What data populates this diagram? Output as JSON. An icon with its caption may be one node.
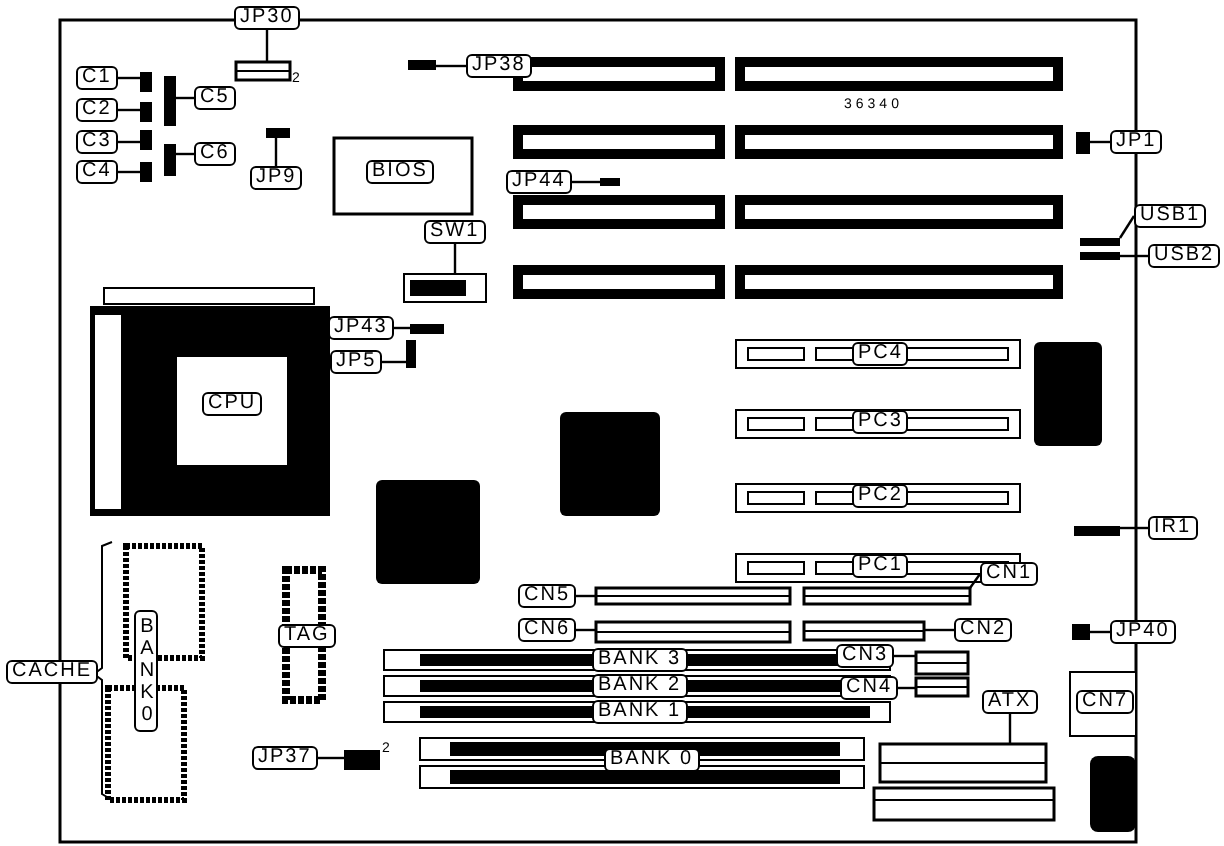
{
  "diagram": {
    "nodes": [
      {
        "text": [
          "JP30"
        ]
      },
      {
        "text": [
          "JP38"
        ]
      },
      {
        "text": [
          "C1"
        ]
      },
      {
        "text": [
          "C5"
        ]
      },
      {
        "text": [
          "C2"
        ]
      },
      {
        "text": [
          "JP1"
        ]
      },
      {
        "text": [
          "C3"
        ]
      },
      {
        "text": [
          "C6"
        ]
      },
      {
        "text": [
          "BIOS"
        ]
      },
      {
        "text": [
          "C4"
        ]
      },
      {
        "text": [
          "JP9"
        ]
      },
      {
        "text": [
          "JP44"
        ]
      },
      {
        "text": [
          "USB1"
        ]
      },
      {
        "text": [
          "SW1"
        ]
      },
      {
        "text": [
          "USB2"
        ]
      },
      {
        "text": [
          "JP43"
        ]
      },
      {
        "text": [
          "PC4"
        ]
      },
      {
        "text": [
          "JP5"
        ]
      },
      {
        "text": [
          "CPU"
        ]
      },
      {
        "text": [
          "PC3"
        ]
      },
      {
        "text": [
          "PC2"
        ]
      },
      {
        "text": [
          "IR1"
        ]
      },
      {
        "text": [
          "PC1"
        ]
      },
      {
        "text": [
          "CN1"
        ]
      },
      {
        "text": [
          "CN5"
        ]
      },
      {
        "text": [
          "CN6"
        ]
      },
      {
        "text": [
          "CN2"
        ]
      },
      {
        "text": [
          "JP40"
        ]
      },
      {
        "text": [
          "TAG"
        ]
      },
      {
        "text": [
          "CACHE"
        ]
      },
      {
        "text": [
          "BANK0"
        ]
      },
      {
        "text": [
          "CN3"
        ]
      },
      {
        "text": [
          "BANK 3"
        ]
      },
      {
        "text": [
          "CN4"
        ]
      },
      {
        "text": [
          "BANK 2"
        ]
      },
      {
        "text": [
          "ATX"
        ]
      },
      {
        "text": [
          "CN7"
        ]
      },
      {
        "text": [
          "BANK 1"
        ]
      },
      {
        "text": [
          "JP37"
        ]
      },
      {
        "text": [
          "BANK 0"
        ]
      },
      {
        "text": [],
        "shape": "box"
      },
      {
        "text": [],
        "shape": "box"
      },
      {
        "text": [],
        "shape": "box"
      },
      {
        "text": [],
        "shape": "box"
      },
      {
        "text": [],
        "shape": "box"
      },
      {
        "text": [],
        "shape": "box"
      },
      {
        "text": [],
        "shape": "box"
      },
      {
        "text": [],
        "shape": "box"
      },
      {
        "text": [],
        "shape": "box"
      },
      {
        "text": [],
        "shape": "box"
      },
      {
        "text": [],
        "shape": "box"
      },
      {
        "text": [],
        "shape": "box"
      },
      {
        "text": [],
        "shape": "box"
      },
      {
        "text": [],
        "shape": "box"
      },
      {
        "text": [],
        "shape": "box"
      },
      {
        "text": [],
        "shape": "box"
      },
      {
        "text": [],
        "shape": "box"
      },
      {
        "text": [],
        "shape": "box"
      },
      {
        "text": [],
        "shape": "box"
      },
      {
        "text": [],
        "shape": "box"
      },
      {
        "text": [],
        "shape": "box"
      },
      {
        "text": [],
        "shape": "box"
      },
      {
        "text": [],
        "shape": "box"
      },
      {
        "text": [],
        "shape": "box"
      },
      {
        "text": [],
        "shape": "box"
      },
      {
        "text": [],
        "shape": "box"
      }
    ],
    "edges": [
      {
        "from": 0,
        "to": 40,
        "arrow": "none"
      },
      {
        "from": 1,
        "to": 41,
        "arrow": "none"
      },
      {
        "from": 2,
        "to": 42,
        "arrow": "none"
      },
      {
        "from": 3,
        "to": 43,
        "arrow": "none"
      },
      {
        "from": 4,
        "to": 44,
        "arrow": "none"
      },
      {
        "from": 5,
        "to": 45,
        "arrow": "none"
      },
      {
        "from": 6,
        "to": 46,
        "arrow": "none"
      },
      {
        "from": 7,
        "to": 47,
        "arrow": "none"
      },
      {
        "from": 9,
        "to": 48,
        "arrow": "none"
      },
      {
        "from": 10,
        "to": 49,
        "arrow": "none"
      },
      {
        "from": 11,
        "to": 50,
        "arrow": "none"
      },
      {
        "from": 12,
        "to": 51,
        "arrow": "none"
      },
      {
        "from": 13,
        "to": 52,
        "arrow": "none"
      },
      {
        "from": 14,
        "to": 53,
        "arrow": "none"
      },
      {
        "from": 15,
        "to": 54,
        "arrow": "none"
      },
      {
        "from": 17,
        "to": 55,
        "arrow": "none"
      },
      {
        "from": 21,
        "to": 56,
        "arrow": "none"
      },
      {
        "from": 23,
        "to": 57,
        "arrow": "none"
      },
      {
        "from": 24,
        "to": 58,
        "arrow": "none"
      },
      {
        "from": 25,
        "to": 59,
        "arrow": "none"
      },
      {
        "from": 26,
        "to": 60,
        "arrow": "none"
      },
      {
        "from": 27,
        "to": 61,
        "arrow": "none"
      },
      {
        "from": 31,
        "to": 62,
        "arrow": "none"
      },
      {
        "from": 33,
        "to": 63,
        "arrow": "none"
      },
      {
        "from": 35,
        "to": 64,
        "arrow": "none"
      },
      {
        "from": 38,
        "to": 65,
        "arrow": "none"
      }
    ],
    "labels": [
      "2",
      "36340",
      "2"
    ]
  }
}
